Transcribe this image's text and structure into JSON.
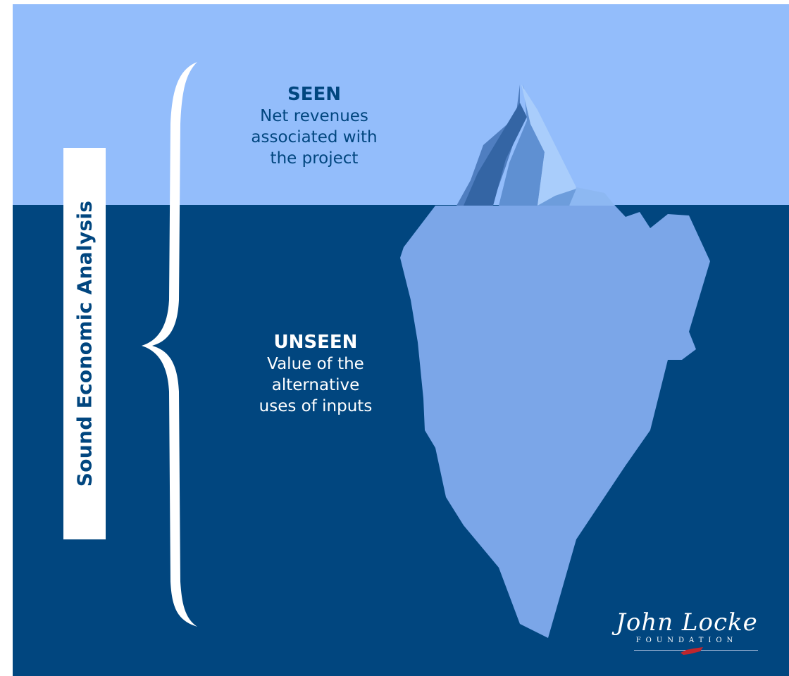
{
  "side_label": "Sound Economic Analysis",
  "seen": {
    "heading": "SEEN",
    "lines": [
      "Net revenues",
      "associated with",
      "the project"
    ]
  },
  "unseen": {
    "heading": "UNSEEN",
    "lines": [
      "Value of the",
      "alternative",
      "uses of inputs"
    ]
  },
  "logo": {
    "script": "John Locke",
    "sub": "FOUNDATION"
  },
  "colors": {
    "sky": "#93bdfb",
    "sea": "#01467f",
    "iceberg_underwater": "#7ba6e8",
    "iceberg_tip_dark": "#3b6fad",
    "iceberg_tip_mid": "#5f90d2",
    "iceberg_tip_light": "#a9cdfb",
    "heading_text": "#01467f",
    "logo_red": "#c0262d"
  }
}
